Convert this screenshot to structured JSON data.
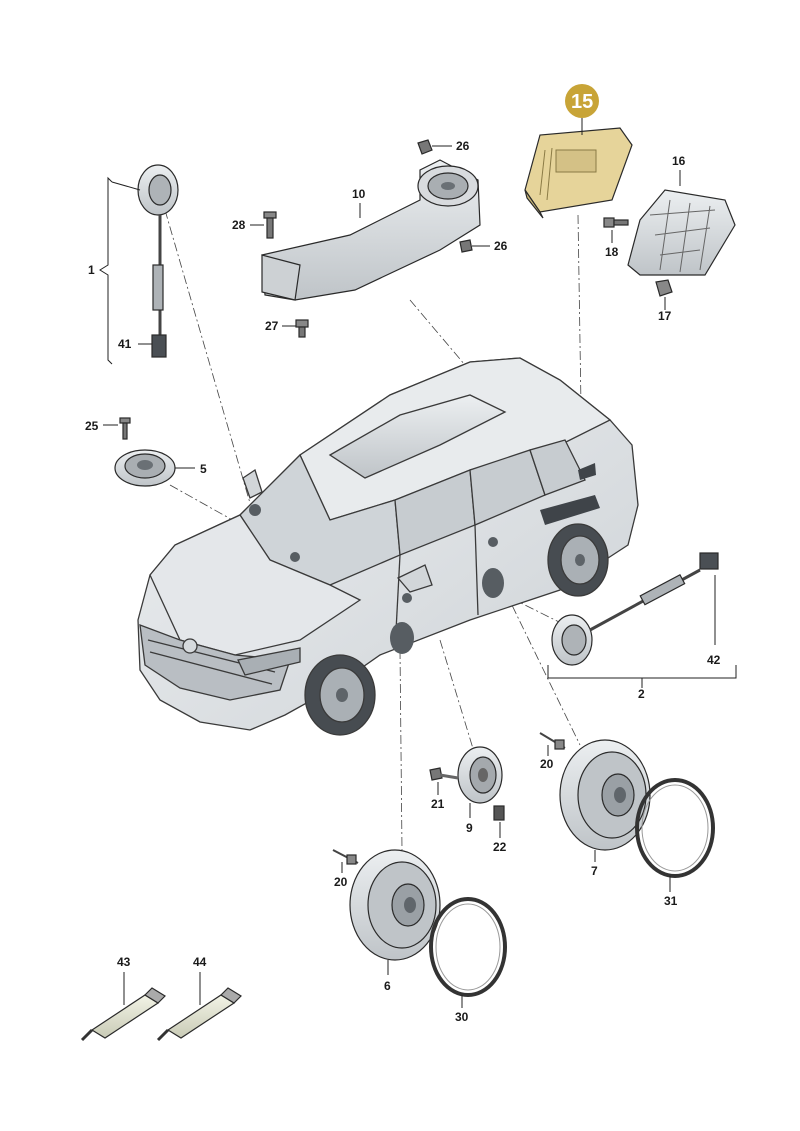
{
  "highlight": {
    "number": "15",
    "color": "#c8a437",
    "part_fill": "#e6d49a"
  },
  "labels": {
    "l1": "1",
    "l2": "2",
    "l5": "5",
    "l6": "6",
    "l7": "7",
    "l9": "9",
    "l10": "10",
    "l16": "16",
    "l17": "17",
    "l18": "18",
    "l20a": "20",
    "l20b": "20",
    "l21": "21",
    "l22": "22",
    "l25": "25",
    "l26a": "26",
    "l26b": "26",
    "l27": "27",
    "l28": "28",
    "l30": "30",
    "l31": "31",
    "l41": "41",
    "l42": "42",
    "l43": "43",
    "l44": "44"
  },
  "colors": {
    "car_body": "#dfe3e6",
    "car_glass": "#c9ced3",
    "part_gray": "#d4d8db",
    "dark": "#555b60",
    "ink": "#222222"
  },
  "icons": [
    "speaker-icon",
    "amplifier-icon",
    "subwoofer-box-icon",
    "bracket-icon",
    "screw-icon",
    "seal-ring-icon",
    "grease-tube-icon",
    "cable-icon"
  ]
}
